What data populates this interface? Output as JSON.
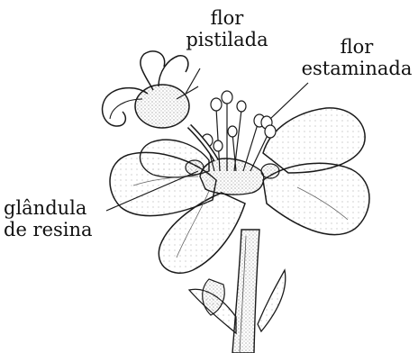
{
  "labels": {
    "pistillate": [
      "flor",
      "pistilada"
    ],
    "staminate": [
      "flor",
      "estaminada"
    ],
    "resin_gland": [
      "glândula",
      "de resina"
    ]
  },
  "colors": {
    "ink": "#1a1a1a",
    "shade": "#8a8a8a",
    "paper": "#ffffff"
  }
}
